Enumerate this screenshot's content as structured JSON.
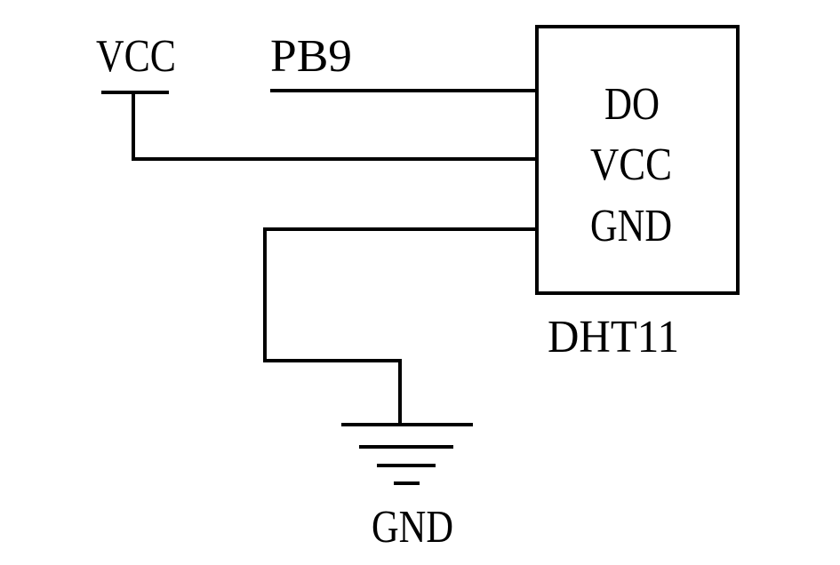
{
  "nets": {
    "supply": "VCC",
    "signal": "PB9",
    "ground": "GND"
  },
  "module": {
    "name": "DHT11",
    "pins": [
      "DO",
      "VCC",
      "GND"
    ]
  }
}
